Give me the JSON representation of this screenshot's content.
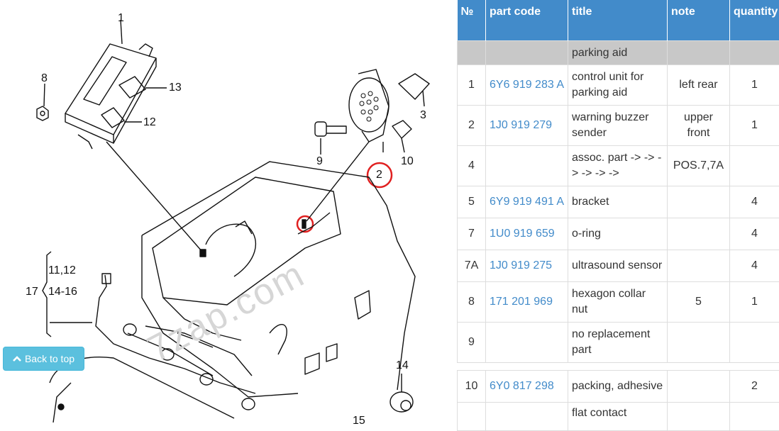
{
  "diagram": {
    "callouts": [
      "1",
      "8",
      "13",
      "12",
      "3",
      "9",
      "10",
      "2",
      "17",
      "11,12",
      "14-16",
      "14",
      "15"
    ],
    "watermark": "7zap.com"
  },
  "back_to_top": {
    "label": "Back to top",
    "icon": "chevron-up-icon",
    "color": "#5bc0de"
  },
  "table": {
    "header_color": "#428bca",
    "headers": {
      "num": "№",
      "code": "part code",
      "title": "title",
      "note": "note",
      "qty": "quantity"
    },
    "group": "parking aid",
    "rows": [
      {
        "num": "1",
        "code": "6Y6 919 283 A",
        "title": "control unit for parking aid",
        "note": "left rear",
        "qty": "1"
      },
      {
        "num": "2",
        "code": "1J0 919 279",
        "title": "warning buzzer sender",
        "note": "upper front",
        "qty": "1"
      },
      {
        "num": "4",
        "code": "",
        "title": "assoc. part -> -> -> -> -> ->",
        "note": "POS.7,7A",
        "qty": ""
      },
      {
        "num": "5",
        "code": "6Y9 919 491 A",
        "title": "bracket",
        "note": "",
        "qty": "4"
      },
      {
        "num": "7",
        "code": "1U0 919 659",
        "title": "o-ring",
        "note": "",
        "qty": "4"
      },
      {
        "num": "7A",
        "code": "1J0 919 275",
        "title": "ultrasound sensor",
        "note": "",
        "qty": "4"
      },
      {
        "num": "8",
        "code": "171 201 969",
        "title": "hexagon collar nut",
        "note": "5",
        "qty": "1"
      },
      {
        "num": "9",
        "code": "",
        "title": "no replacement part",
        "note": "",
        "qty": ""
      },
      {
        "num": "10",
        "code": "6Y0 817 298",
        "title": "packing, adhesive",
        "note": "",
        "qty": "2"
      }
    ],
    "last_row_title": "flat contact"
  }
}
